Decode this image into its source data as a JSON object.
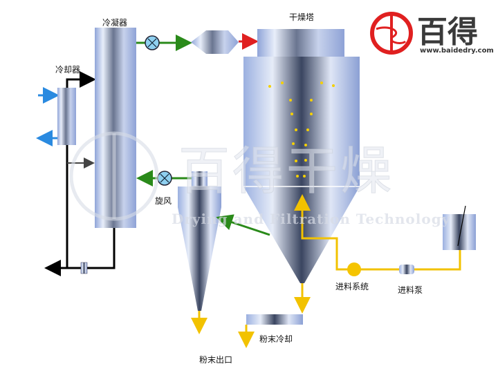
{
  "title": "Spray drying system diagram",
  "labels": {
    "condenser": "冷凝器",
    "cooler": "冷却器",
    "drying_tower": "干燥塔",
    "cyclone": "旋风",
    "feed_system": "进料系统",
    "feed_pump": "进料泵",
    "powder_cooling": "粉末冷却",
    "powder_outlet": "粉末出口"
  },
  "logo": {
    "name": "百得",
    "url": "www.baidedry.com"
  },
  "watermark": {
    "cn": "百得干燥",
    "en": "Drying and Filtration Technology"
  },
  "colors": {
    "gas": "#2a8a1a",
    "material": "#f2c200",
    "coolant": "#2a8ae0",
    "hot_gas": "#e02020",
    "logo": "#e02020"
  }
}
